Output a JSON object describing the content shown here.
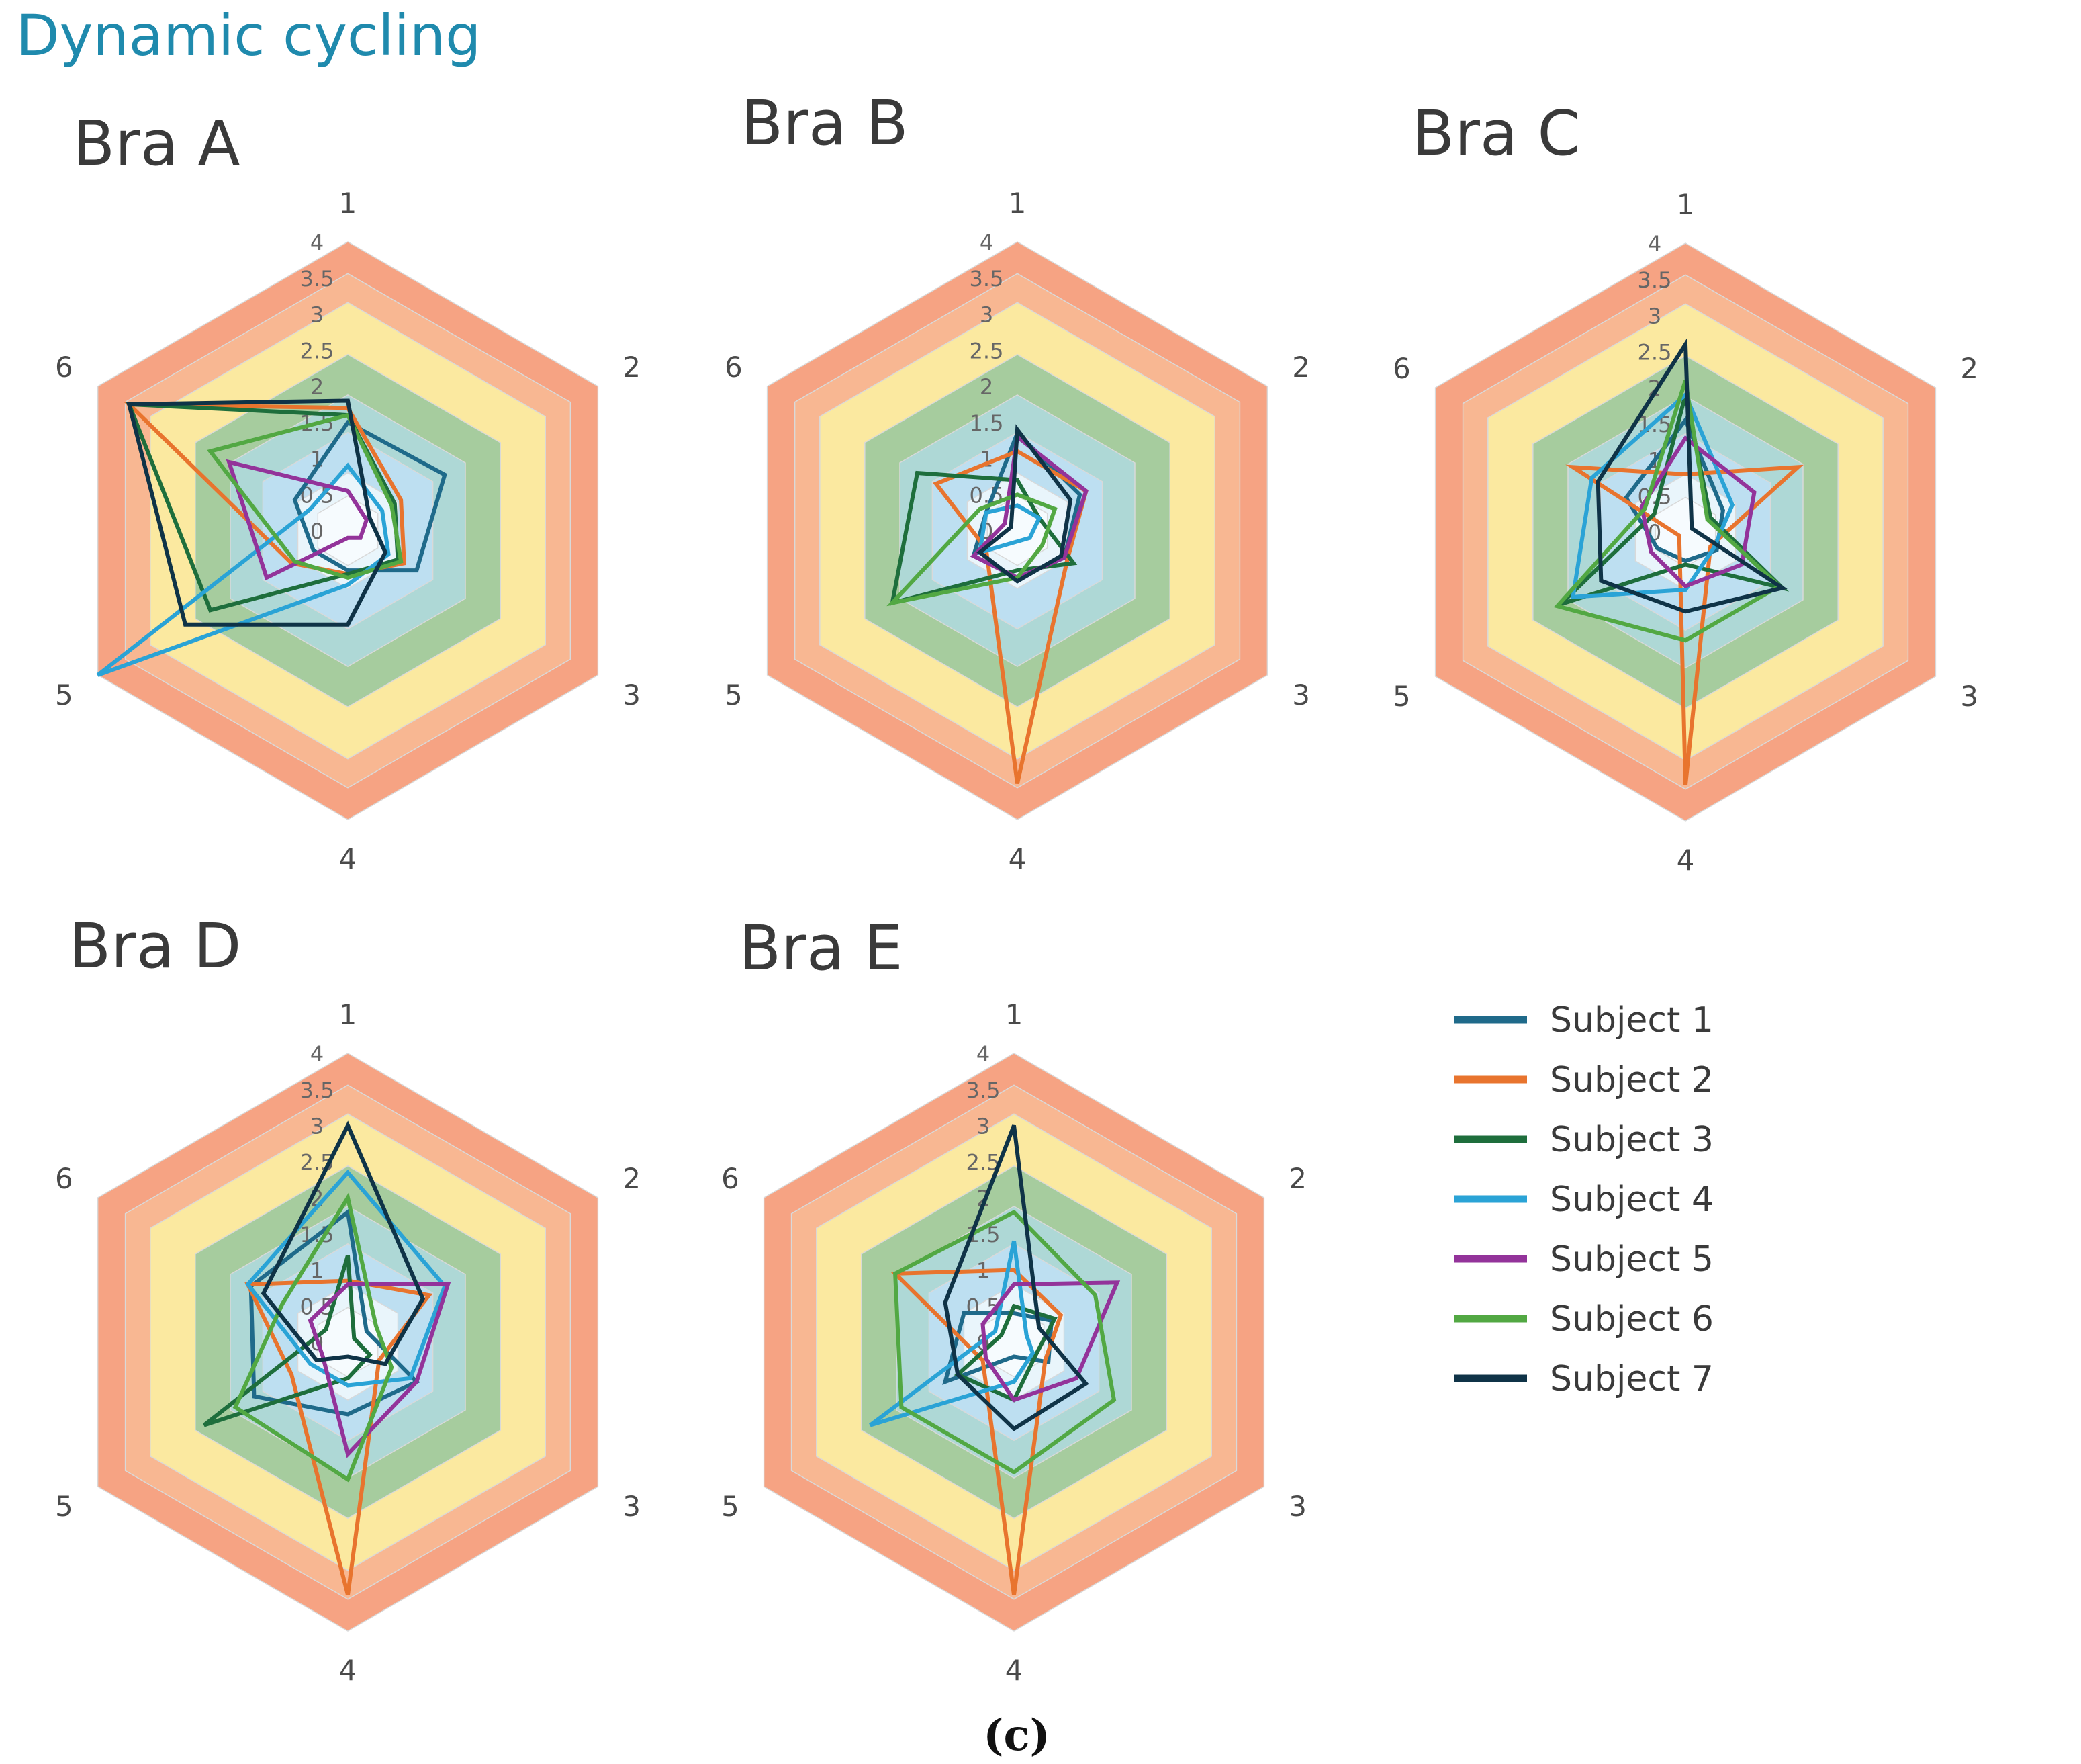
{
  "figure": {
    "heading": "Dynamic cycling",
    "caption": "(c)"
  },
  "chart_data": [
    {
      "type": "radar",
      "title": "Bra A",
      "axes": [
        "1",
        "2",
        "3",
        "4",
        "5",
        "6"
      ],
      "rmax": 4,
      "ticks": [
        "0",
        "0.5",
        "1",
        "1.5",
        "2",
        "2.5",
        "3",
        "3.5",
        "4"
      ],
      "series": [
        {
          "name": "Subject 1",
          "values": [
            1.5,
            1.55,
            1.1,
            0.55,
            0.55,
            0.85
          ]
        },
        {
          "name": "Subject 2",
          "values": [
            1.7,
            0.85,
            0.9,
            0.6,
            0.9,
            3.5
          ]
        },
        {
          "name": "Subject 3",
          "values": [
            1.6,
            0.75,
            0.8,
            0.6,
            2.2,
            3.5
          ]
        },
        {
          "name": "Subject 4",
          "values": [
            0.9,
            0.55,
            0.65,
            0.75,
            4.0,
            0.6
          ]
        },
        {
          "name": "Subject 5",
          "values": [
            0.55,
            0.3,
            0.2,
            0.1,
            1.3,
            1.9
          ]
        },
        {
          "name": "Subject 6",
          "values": [
            1.6,
            0.7,
            0.85,
            0.65,
            0.85,
            2.2
          ]
        },
        {
          "name": "Subject 7",
          "values": [
            1.8,
            0.35,
            0.6,
            1.3,
            2.6,
            3.5
          ]
        }
      ]
    },
    {
      "type": "radar",
      "title": "Bra B",
      "axes": [
        "1",
        "2",
        "3",
        "4",
        "5",
        "6"
      ],
      "rmax": 4,
      "ticks": [
        "0",
        "0.5",
        "1",
        "1.5",
        "2",
        "2.5",
        "3",
        "3.5",
        "4"
      ],
      "series": [
        {
          "name": "Subject 1",
          "values": [
            1.35,
            1.0,
            0.75,
            0.65,
            0.7,
            0.5
          ]
        },
        {
          "name": "Subject 2",
          "values": [
            1.1,
            1.1,
            0.8,
            3.5,
            0.5,
            1.3
          ]
        },
        {
          "name": "Subject 3",
          "values": [
            0.7,
            0.35,
            0.9,
            0.55,
            2.0,
            1.6
          ]
        },
        {
          "name": "Subject 4",
          "values": [
            0.35,
            0.35,
            0.2,
            0.15,
            0.6,
            0.5
          ]
        },
        {
          "name": "Subject 5",
          "values": [
            1.3,
            1.1,
            0.75,
            0.65,
            0.7,
            0.2
          ]
        },
        {
          "name": "Subject 6",
          "values": [
            0.5,
            0.6,
            0.4,
            0.65,
            2.0,
            0.6
          ]
        },
        {
          "name": "Subject 7",
          "values": [
            1.4,
            0.85,
            0.7,
            0.7,
            0.6,
            0.1
          ]
        }
      ]
    },
    {
      "type": "radar",
      "title": "Bra C",
      "axes": [
        "1",
        "2",
        "3",
        "4",
        "5",
        "6"
      ],
      "rmax": 4,
      "ticks": [
        "0",
        "0.5",
        "1",
        "1.5",
        "2",
        "2.5",
        "3",
        "3.5",
        "4"
      ],
      "series": [
        {
          "name": "Subject 1",
          "values": [
            1.55,
            0.6,
            0.5,
            0.4,
            0.45,
            0.95
          ]
        },
        {
          "name": "Subject 2",
          "values": [
            0.8,
            1.8,
            0.4,
            3.5,
            0.1,
            1.8
          ]
        },
        {
          "name": "Subject 3",
          "values": [
            1.9,
            0.4,
            1.55,
            0.45,
            2.0,
            0.5
          ]
        },
        {
          "name": "Subject 4",
          "values": [
            1.9,
            0.75,
            0.45,
            0.8,
            1.8,
            1.5
          ]
        },
        {
          "name": "Subject 5",
          "values": [
            1.3,
            1.1,
            0.9,
            0.75,
            0.55,
            0.7
          ]
        },
        {
          "name": "Subject 6",
          "values": [
            2.1,
            0.35,
            1.5,
            1.5,
            2.05,
            0.65
          ]
        },
        {
          "name": "Subject 7",
          "values": [
            2.6,
            0.1,
            1.55,
            1.1,
            1.35,
            1.4
          ]
        }
      ]
    },
    {
      "type": "radar",
      "title": "Bra D",
      "axes": [
        "1",
        "2",
        "3",
        "4",
        "5",
        "6"
      ],
      "rmax": 4,
      "ticks": [
        "0",
        "0.5",
        "1",
        "1.5",
        "2",
        "2.5",
        "3",
        "3.5",
        "4"
      ],
      "series": [
        {
          "name": "Subject 1",
          "values": [
            1.8,
            0.3,
            1.1,
            1.0,
            1.5,
            1.55
          ]
        },
        {
          "name": "Subject 2",
          "values": [
            0.85,
            1.3,
            0.5,
            3.5,
            0.9,
            1.6
          ]
        },
        {
          "name": "Subject 3",
          "values": [
            1.2,
            0.1,
            0.35,
            0.5,
            2.3,
            0.35
          ]
        },
        {
          "name": "Subject 4",
          "values": [
            2.35,
            1.55,
            1.0,
            0.6,
            0.6,
            1.6
          ]
        },
        {
          "name": "Subject 5",
          "values": [
            0.8,
            1.6,
            1.1,
            1.55,
            0.4,
            0.6
          ]
        },
        {
          "name": "Subject 6",
          "values": [
            2.0,
            0.45,
            0.7,
            1.9,
            1.8,
            1.05
          ]
        },
        {
          "name": "Subject 7",
          "values": [
            3.0,
            1.2,
            0.6,
            0.2,
            0.5,
            1.35
          ]
        }
      ]
    },
    {
      "type": "radar",
      "title": "Bra E",
      "axes": [
        "1",
        "2",
        "3",
        "4",
        "5",
        "6"
      ],
      "rmax": 4,
      "ticks": [
        "0",
        "0.5",
        "1",
        "1.5",
        "2",
        "2.5",
        "3",
        "3.5",
        "4"
      ],
      "series": [
        {
          "name": "Subject 1",
          "values": [
            0.4,
            0.6,
            0.55,
            0.2,
            1.1,
            0.8
          ]
        },
        {
          "name": "Subject 2",
          "values": [
            1.0,
            0.75,
            0.5,
            3.5,
            0.5,
            1.9
          ]
        },
        {
          "name": "Subject 3",
          "values": [
            0.5,
            0.65,
            0.35,
            0.8,
            0.9,
            0.2
          ]
        },
        {
          "name": "Subject 4",
          "values": [
            1.4,
            0.2,
            0.3,
            0.55,
            2.3,
            0.3
          ]
        },
        {
          "name": "Subject 5",
          "values": [
            0.8,
            1.65,
            1.0,
            0.8,
            0.45,
            0.5
          ]
        },
        {
          "name": "Subject 6",
          "values": [
            1.8,
            1.3,
            1.6,
            1.8,
            1.8,
            1.9
          ]
        },
        {
          "name": "Subject 7",
          "values": [
            3.0,
            0.4,
            1.15,
            1.2,
            0.9,
            1.1
          ]
        }
      ]
    }
  ],
  "legend": {
    "position": "right",
    "items": [
      {
        "name": "Subject 1",
        "color": "#1f6a8a"
      },
      {
        "name": "Subject 2",
        "color": "#e8742e"
      },
      {
        "name": "Subject 3",
        "color": "#1e6e3c"
      },
      {
        "name": "Subject 4",
        "color": "#2aa3d6"
      },
      {
        "name": "Subject 5",
        "color": "#93339a"
      },
      {
        "name": "Subject 6",
        "color": "#52a843"
      },
      {
        "name": "Subject 7",
        "color": "#0f3347"
      }
    ]
  },
  "band_colors": [
    "#f6a383",
    "#f8b792",
    "#fbe9a0",
    "#a6cc9e",
    "#aed8d6",
    "#bddff1",
    "#e9f5fb",
    "#f6fbfe"
  ]
}
